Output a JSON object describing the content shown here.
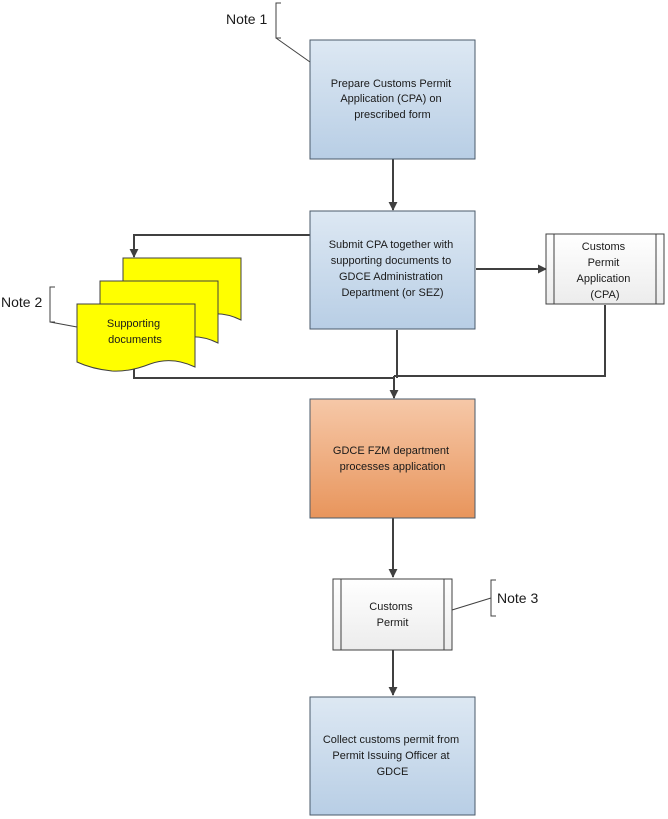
{
  "notes": {
    "note1": "Note 1",
    "note2": "Note 2",
    "note3": "Note 3"
  },
  "steps": {
    "prepare": [
      "Prepare Customs Permit",
      "Application (CPA) on",
      "prescribed form"
    ],
    "submit": [
      "Submit CPA together with",
      "supporting documents to",
      "GDCE Administration",
      "Department (or SEZ)"
    ],
    "process": [
      "GDCE FZM department",
      "processes application"
    ],
    "collect": [
      "Collect customs permit from",
      "Permit Issuing Officer at",
      "GDCE"
    ]
  },
  "documents": {
    "supporting": [
      "Supporting",
      "documents"
    ],
    "cpa_form": [
      "Customs",
      "Permit",
      "Application",
      "(CPA)"
    ],
    "customs_permit": [
      "Customs",
      "Permit"
    ]
  },
  "colors": {
    "blue_fill_top": "#d9e6f2",
    "blue_fill_bottom": "#b9cfe6",
    "orange_fill_top": "#f4c1a0",
    "orange_fill_bottom": "#e7965f",
    "doc_yellow": "#ffff00",
    "line": "#404040",
    "box_border": "#4a5a6a"
  }
}
